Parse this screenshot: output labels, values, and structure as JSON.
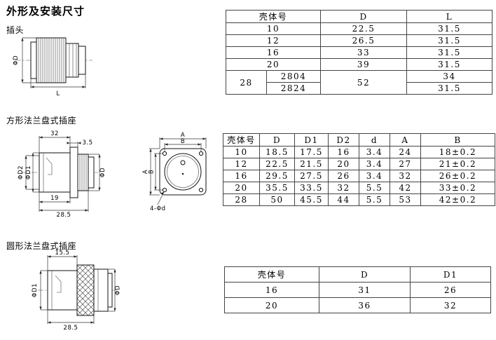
{
  "title": "外形及安装尺寸",
  "sections": {
    "plug": {
      "label": "插头",
      "drawing": {
        "dia": "ΦD",
        "length": "L"
      },
      "table": {
        "headers": [
          "壳体号",
          "D",
          "L"
        ],
        "rows": [
          [
            "10",
            "22.5",
            "31.5"
          ],
          [
            "12",
            "26.5",
            "31.5"
          ],
          [
            "16",
            "33",
            "31.5"
          ],
          [
            "20",
            "39",
            "31.5"
          ]
        ],
        "group_row": {
          "shell": "28",
          "variants": [
            "2804",
            "2824"
          ],
          "d": "52",
          "l": [
            "34",
            "31.5"
          ]
        }
      }
    },
    "square": {
      "label": "方形法兰盘式插座",
      "drawing": {
        "width": "32",
        "flange": "3.5",
        "dia2": "ΦD2",
        "dia1": "ΦD1",
        "dia": "ΦD",
        "len_rear": "19",
        "len_total": "28.5",
        "dim_a": "A",
        "dim_b": "B",
        "holes": "4-Φd"
      },
      "table": {
        "headers": [
          "壳体号",
          "D",
          "D1",
          "D2",
          "d",
          "A",
          "B"
        ],
        "rows": [
          [
            "10",
            "18.5",
            "17.5",
            "16",
            "3.4",
            "24",
            "18±0.2"
          ],
          [
            "12",
            "22.5",
            "21.5",
            "20",
            "3.4",
            "27",
            "21±0.2"
          ],
          [
            "16",
            "29.5",
            "27.5",
            "26",
            "3.4",
            "32",
            "26±0.2"
          ],
          [
            "20",
            "35.5",
            "33.5",
            "32",
            "5.5",
            "42",
            "33±0.2"
          ],
          [
            "28",
            "50",
            "45.5",
            "44",
            "5.5",
            "53",
            "42±0.2"
          ]
        ]
      }
    },
    "round": {
      "label": "圆形法兰盘式插座",
      "drawing": {
        "width": "15.5",
        "dia1": "ΦD1",
        "dia": "ΦD",
        "len": "28.5"
      },
      "table": {
        "headers": [
          "壳体号",
          "D",
          "D1"
        ],
        "rows": [
          [
            "16",
            "31",
            "26"
          ],
          [
            "20",
            "36",
            "32"
          ]
        ]
      }
    }
  }
}
